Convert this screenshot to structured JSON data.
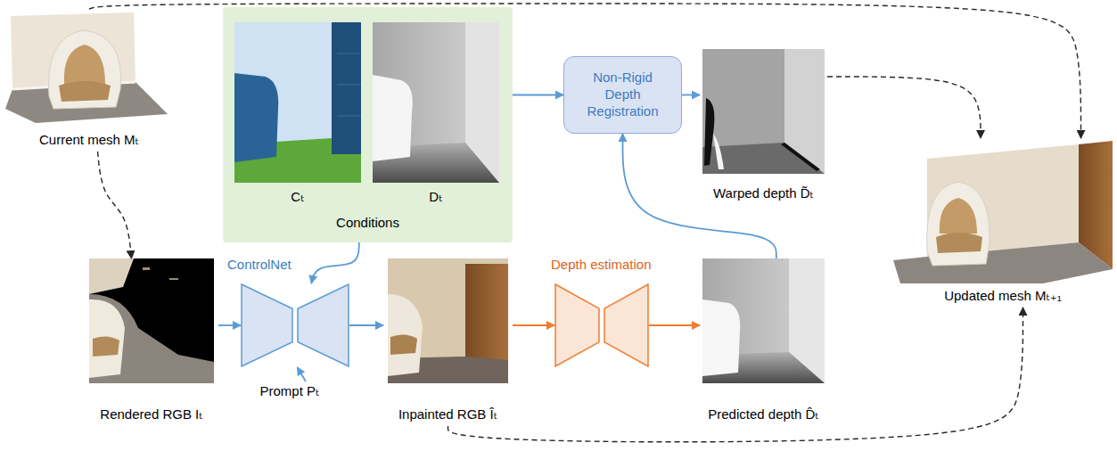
{
  "diagram": {
    "nodes": [
      {
        "text": [
          "Current mesh Mₜ"
        ]
      },
      {
        "text": [
          "Conditions"
        ]
      },
      {
        "text": [
          "Cₜ"
        ],
        "in": 1
      },
      {
        "text": [
          "Dₜ"
        ],
        "in": 1
      },
      {
        "text": [
          "Non-Rigid Depth Registration"
        ]
      },
      {
        "text": [
          "Warped depth D̃ₜ"
        ]
      },
      {
        "text": [
          "Updated mesh Mₜ₊₁"
        ]
      },
      {
        "text": [
          "Rendered RGB Iₜ"
        ]
      },
      {
        "text": [
          "ControlNet"
        ]
      },
      {
        "text": [
          "Prompt Pₜ"
        ]
      },
      {
        "text": [
          "Inpainted RGB Îₜ"
        ]
      },
      {
        "text": [
          "Depth estimation"
        ]
      },
      {
        "text": [
          "Predicted depth D̂ₜ"
        ]
      }
    ],
    "edges": [
      {
        "from": 0,
        "to": 7,
        "arrow": "to"
      },
      {
        "from": 0,
        "to": 6,
        "arrow": "to"
      },
      {
        "from": 5,
        "to": 6,
        "arrow": "to"
      },
      {
        "from": 10,
        "to": 6,
        "arrow": "to"
      },
      {
        "from": 7,
        "to": 8,
        "arrow": "to"
      },
      {
        "from": 1,
        "to": 8,
        "arrow": "to"
      },
      {
        "from": 9,
        "to": 8,
        "arrow": "to"
      },
      {
        "from": 8,
        "to": 10,
        "arrow": "to"
      },
      {
        "from": 10,
        "to": 11,
        "arrow": "to"
      },
      {
        "from": 11,
        "to": 12,
        "arrow": "to"
      },
      {
        "from": 1,
        "to": 4,
        "arrow": "to"
      },
      {
        "from": 12,
        "to": 4,
        "arrow": "to"
      },
      {
        "from": 4,
        "to": 5,
        "arrow": "to"
      }
    ]
  }
}
